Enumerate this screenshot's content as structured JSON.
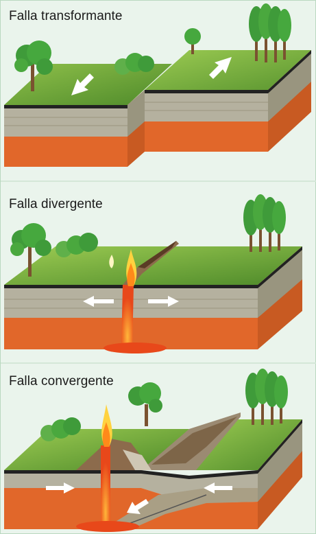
{
  "panels": [
    {
      "title": "Falla transformante"
    },
    {
      "title": "Falla divergente"
    },
    {
      "title": "Falla convergente"
    }
  ],
  "colors": {
    "background": "#eaf4ec",
    "grass": "#5e9a32",
    "grass_light": "#8fc04a",
    "crust": "#b5b19f",
    "mantle": "#e1672a",
    "magma": "#ff7b1a",
    "flame": "#ffd23f",
    "arrow": "#ffffff",
    "tree_leaves": "#3f9b3a",
    "tree_trunk": "#7a5230"
  }
}
